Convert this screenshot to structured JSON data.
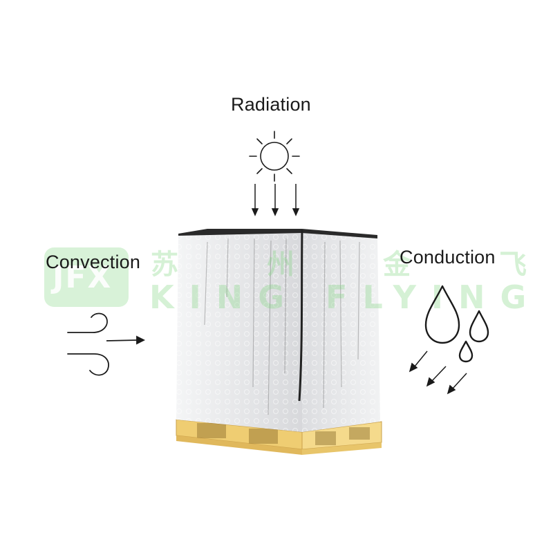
{
  "labels": {
    "radiation": "Radiation",
    "convection": "Convection",
    "conduction": "Conduction"
  },
  "watermark": {
    "logo": "JFX",
    "chinese": "苏州金飞信",
    "english": "KING FLYING"
  },
  "icons": {
    "sun": "sun-icon",
    "wind": "wind-icon",
    "drops": "water-drops-icon",
    "pallet": "insulated-pallet-cover"
  },
  "colors": {
    "text": "#1a1a1a",
    "line": "#1a1a1a",
    "watermark": "#7ed47e",
    "pallet_wood": "#f2d27a",
    "cover": "#e9eaec"
  }
}
